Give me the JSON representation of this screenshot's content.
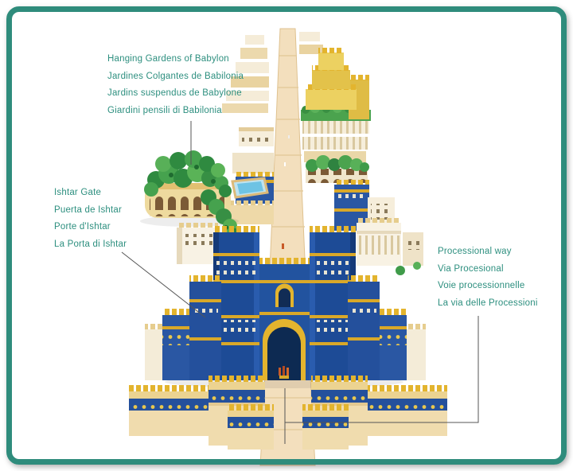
{
  "labels": {
    "hanging_gardens": {
      "lines": [
        "Hanging Gardens of Babylon",
        "Jardines Colgantes de Babilonia",
        "Jardins suspendus de Babylone",
        "Giardini pensili di Babilonia"
      ]
    },
    "ishtar_gate": {
      "lines": [
        "Ishtar Gate",
        "Puerta de Ishtar",
        "Porte d'Ishtar",
        "La Porta di Ishtar"
      ]
    },
    "processional_way": {
      "lines": [
        "Processional way",
        "Via Procesional",
        "Voie processionnelle",
        "La via delle Processioni"
      ]
    }
  },
  "colors": {
    "frame_teal": "#2f8c7c",
    "label_teal": "#2d8f7f",
    "gate_blue": "#1d4b96",
    "gold": "#e3b42e",
    "road_tan": "#f3dfbd",
    "tree_green": "#3f9b49",
    "pool_blue": "#6ec3e4"
  }
}
